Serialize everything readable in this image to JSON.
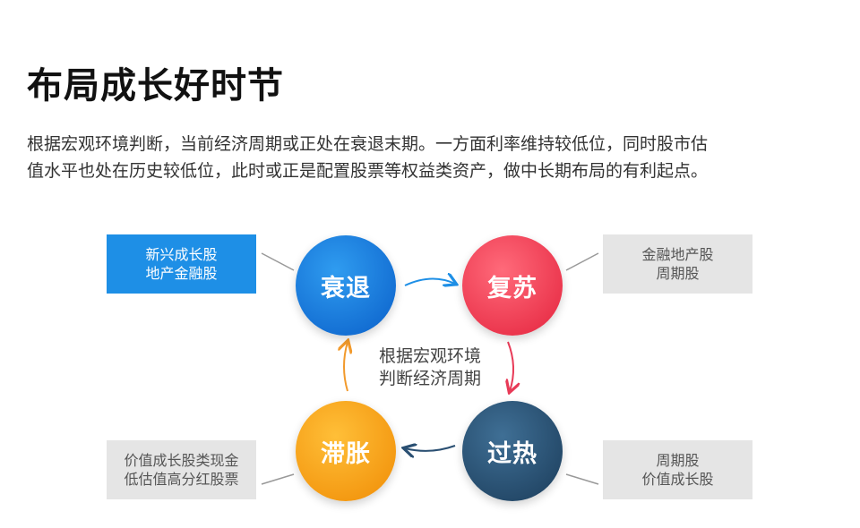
{
  "header": {
    "title": "布局成长好时节",
    "desc_line1": "根据宏观环境判断，当前经济周期或正处在衰退末期。一方面利率维持较低位，同时股市估",
    "desc_line2": "值水平也处在历史较低位，此时或正是配置股票等权益类资产，做中长期布局的有利起点。"
  },
  "diagram": {
    "center_line1": "根据宏观环境",
    "center_line2": "判断经济周期",
    "phases": {
      "recession": {
        "label": "衰退",
        "color": "#1478e0",
        "box_line1": "新兴成长股",
        "box_line2": "地产金融股",
        "box_color": "#1e8fe6"
      },
      "recovery": {
        "label": "复苏",
        "color": "#f0364c",
        "box_line1": "金融地产股",
        "box_line2": "周期股",
        "box_color": "#e5e5e5"
      },
      "overheat": {
        "label": "过热",
        "color": "#244b6e",
        "box_line1": "周期股",
        "box_line2": "价值成长股",
        "box_color": "#e5e5e5"
      },
      "stagflation": {
        "label": "滞胀",
        "color": "#f7a212",
        "box_line1": "价值成长股类现金",
        "box_line2": "低估值高分红股票",
        "box_color": "#e5e5e5"
      }
    }
  }
}
